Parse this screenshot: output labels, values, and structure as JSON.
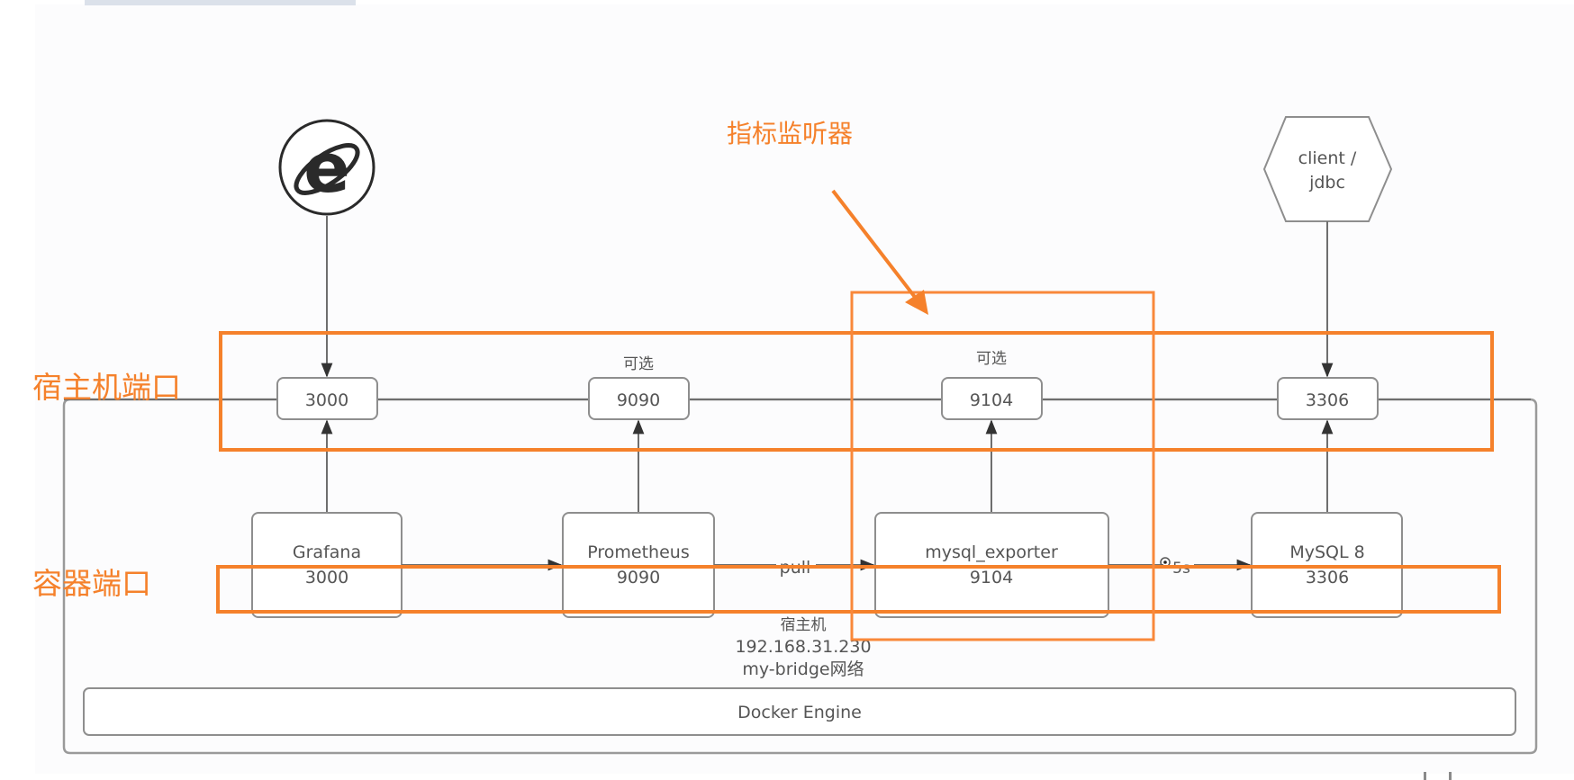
{
  "diagram": {
    "title_annotation": "指标监听器",
    "labels": {
      "host_port": "宿主机端口",
      "container_port": "容器端口"
    },
    "external": {
      "browser_icon": "internet-explorer-icon",
      "client": {
        "line1": "client /",
        "line2": "jdbc"
      }
    },
    "host_ports": [
      {
        "port": "3000",
        "note": ""
      },
      {
        "port": "9090",
        "note": "可选"
      },
      {
        "port": "9104",
        "note": "可选"
      },
      {
        "port": "3306",
        "note": ""
      }
    ],
    "containers": [
      {
        "name": "Grafana",
        "port": "3000"
      },
      {
        "name": "Prometheus",
        "port": "9090"
      },
      {
        "name": "mysql_exporter",
        "port": "9104"
      },
      {
        "name": "MySQL 8",
        "port": "3306"
      }
    ],
    "edges": {
      "prometheus_to_exporter": "pull",
      "exporter_to_mysql": "5s"
    },
    "host": {
      "line1": "宿主机",
      "line2": "192.168.31.230",
      "line3": "my-bridge网络"
    },
    "engine": "Docker Engine",
    "colors": {
      "highlight": "#f5812b",
      "stroke": "#8e8e8e",
      "text": "#555555"
    }
  }
}
